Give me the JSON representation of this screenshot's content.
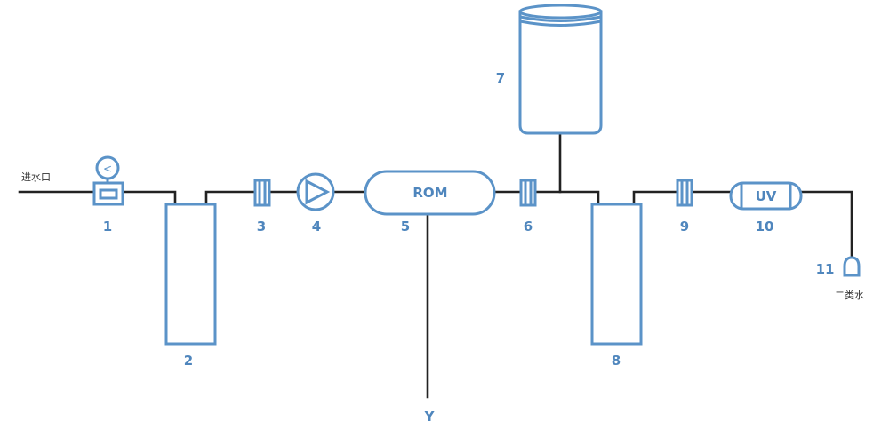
{
  "inlet_label": "进水口",
  "outlet_label": "二类水",
  "drain_label": "Y",
  "rom_label": "ROM",
  "uv_label": "UV",
  "gauge_symbol": "<",
  "numbers": {
    "n1": "1",
    "n2": "2",
    "n3": "3",
    "n4": "4",
    "n5": "5",
    "n6": "6",
    "n7": "7",
    "n8": "8",
    "n9": "9",
    "n10": "10",
    "n11": "11"
  },
  "colors": {
    "component": "#5b93c8",
    "pipe": "#222222",
    "label": "#4f86bd"
  }
}
